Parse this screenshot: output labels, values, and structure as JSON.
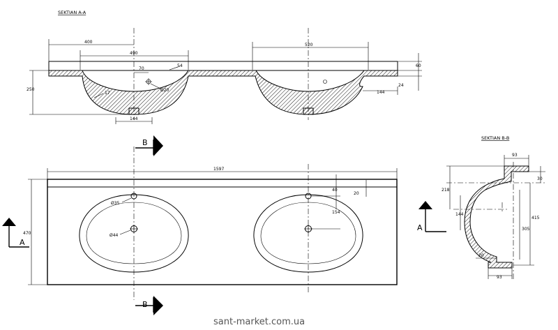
{
  "section_aa": {
    "title": "SEKTIAN A-A",
    "dims": {
      "d400": "400",
      "d490": "490",
      "d520": "520",
      "d70": "70",
      "d54": "54",
      "d20": "Ø20",
      "d250": "250",
      "d17": "17",
      "d144a": "144",
      "d144b": "144",
      "d60": "60",
      "d24": "24"
    }
  },
  "plan": {
    "d1597": "1597",
    "d470": "470",
    "d35": "Ø35",
    "d44": "Ø44",
    "d40": "40",
    "d20": "20",
    "d154": "154",
    "cut_b_top": "B",
    "cut_b_bottom": "B",
    "cut_a": "A"
  },
  "section_bb": {
    "title": "SEKTIAN B-B",
    "dims": {
      "d93top": "93",
      "d30": "30",
      "d218": "218",
      "d144": "144",
      "d415": "415",
      "d305": "305",
      "d20": "20",
      "d93bot": "93"
    },
    "cut_a": "A"
  },
  "watermark": "sant-market.com.ua"
}
